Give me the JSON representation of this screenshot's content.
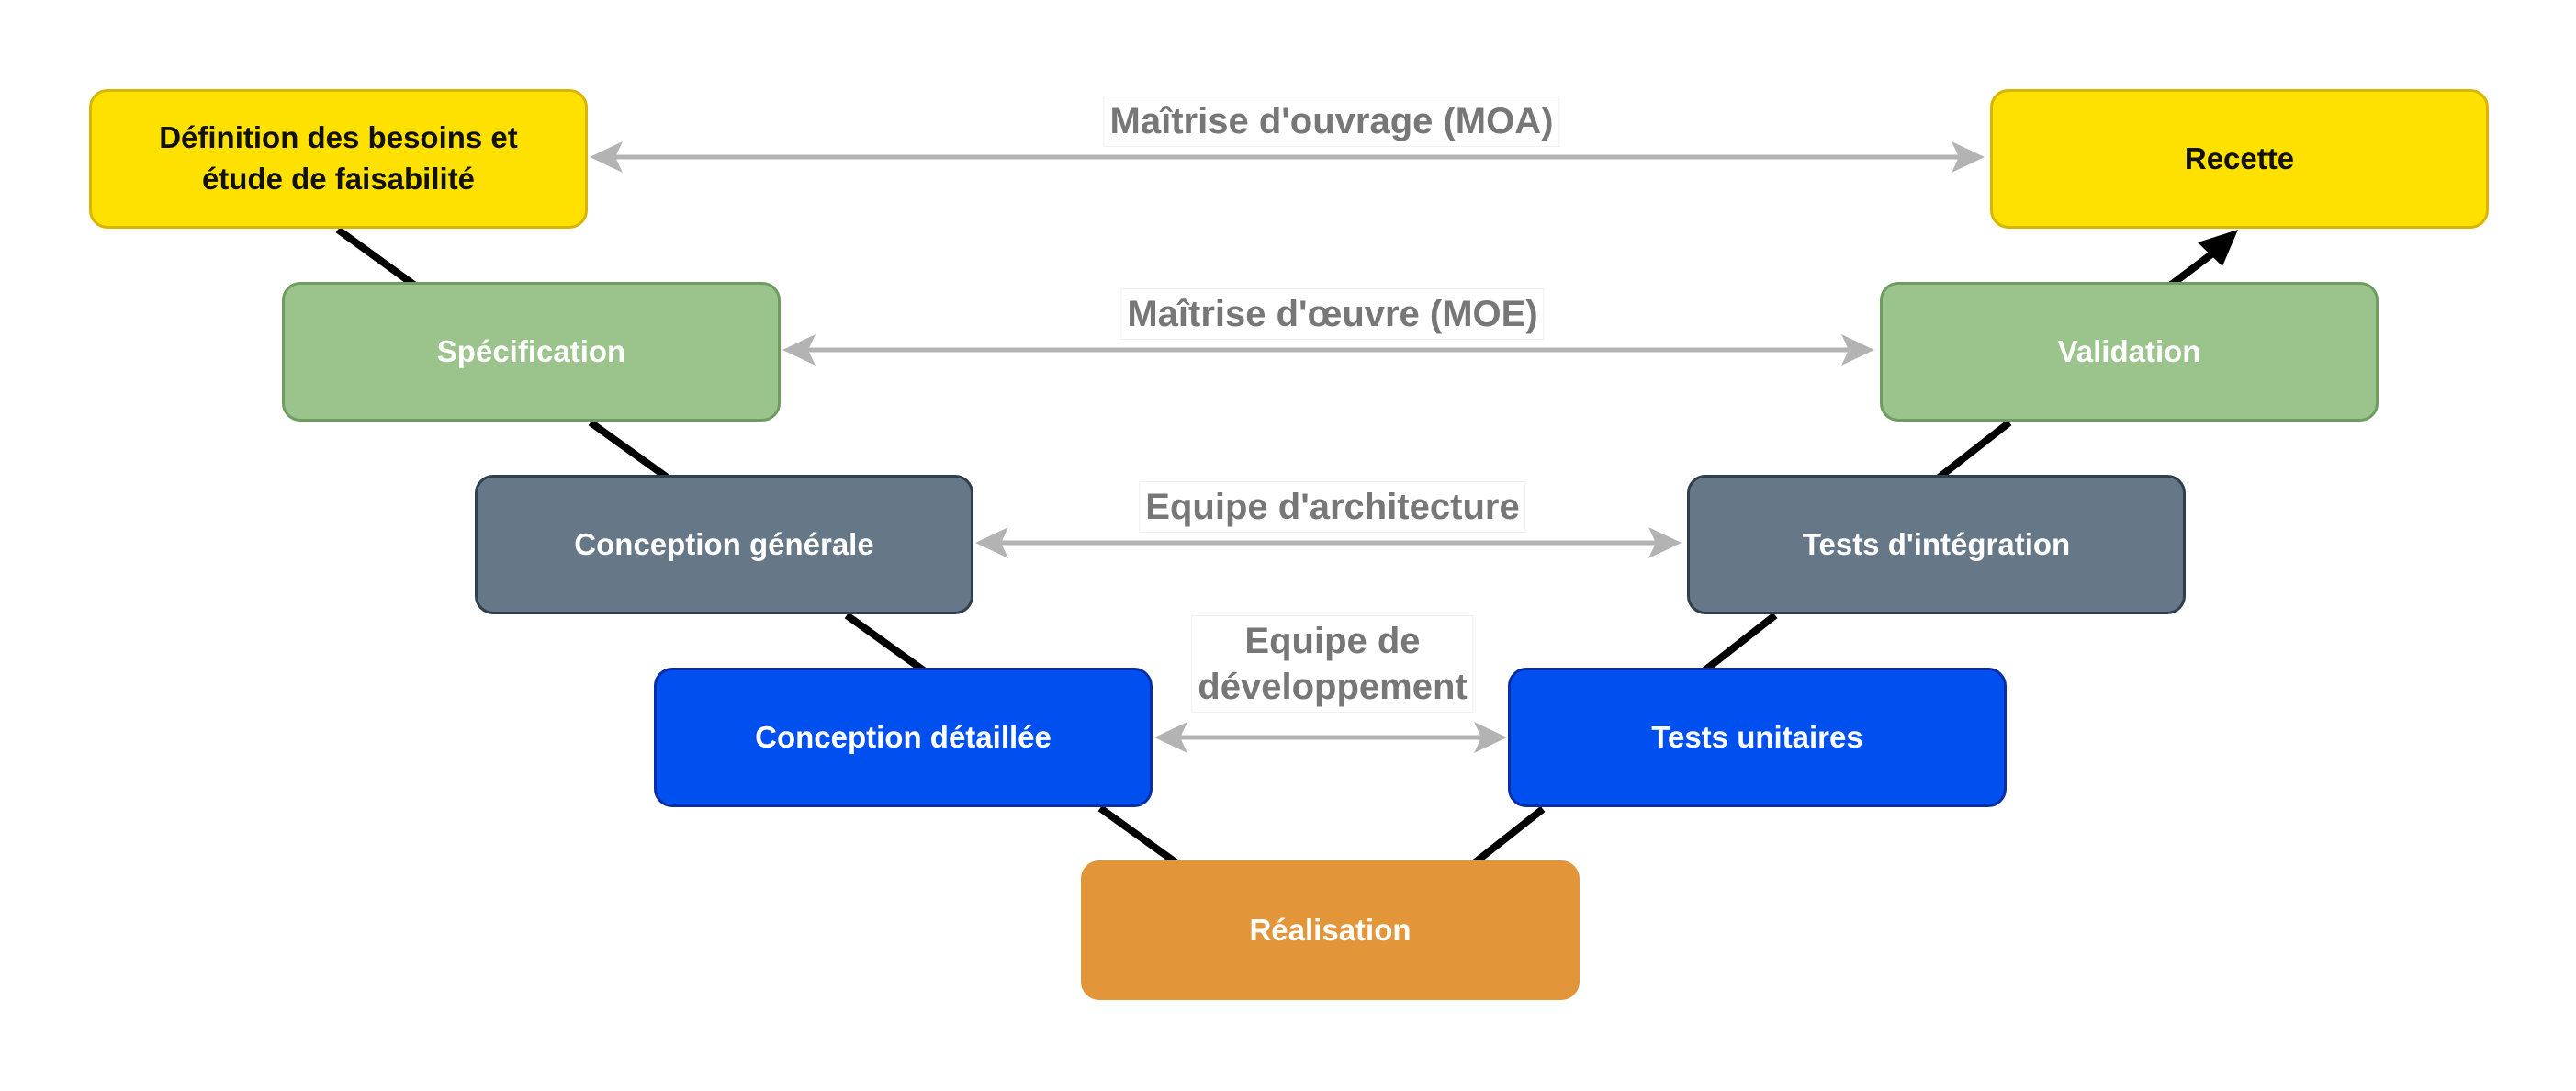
{
  "colors": {
    "connector": "#000000",
    "role_arrow": "#b3b3b3",
    "role_text": "#777777"
  },
  "stages": {
    "besoins": {
      "label": "Définition des besoins et étude de faisabilité"
    },
    "specification": {
      "label": "Spécification"
    },
    "conception_generale": {
      "label": "Conception générale"
    },
    "conception_detaillee": {
      "label": "Conception détaillée"
    },
    "realisation": {
      "label": "Réalisation"
    },
    "tests_unitaires": {
      "label": "Tests unitaires"
    },
    "tests_integration": {
      "label": "Tests d'intégration"
    },
    "validation": {
      "label": "Validation"
    },
    "recette": {
      "label": "Recette"
    }
  },
  "roles": {
    "moa": "Maîtrise d'ouvrage (MOA)",
    "moe": "Maîtrise d'œuvre (MOE)",
    "architecture": "Equipe d'architecture",
    "developpement_line1": "Equipe de",
    "developpement_line2": "développement"
  }
}
